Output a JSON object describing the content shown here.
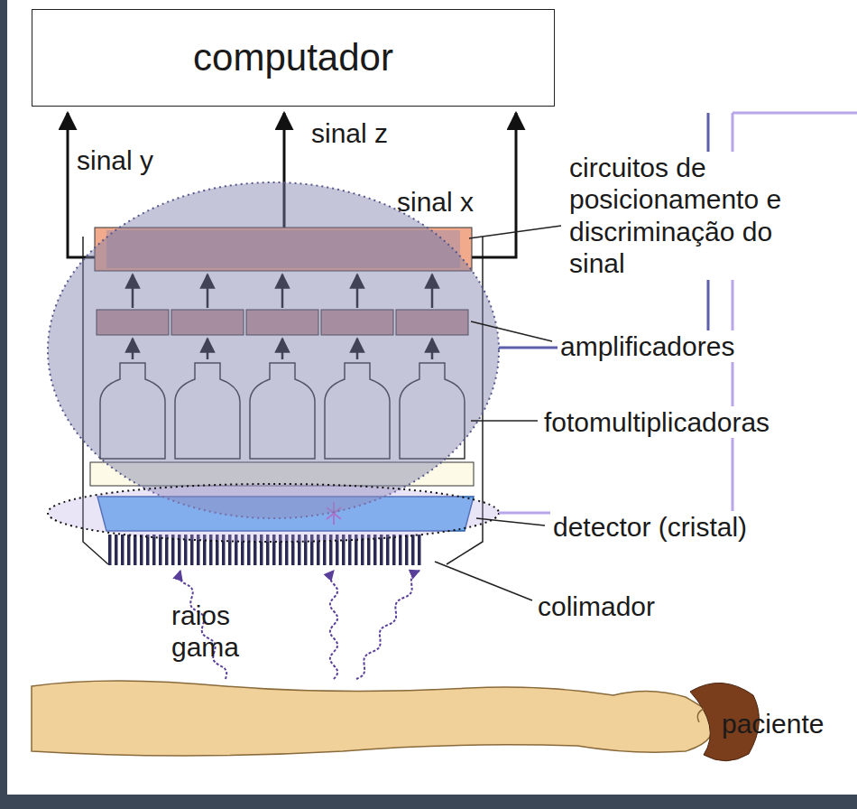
{
  "diagram": {
    "nodes": [
      {
        "text": [
          "computador"
        ]
      }
    ],
    "edges": [],
    "labels": [
      "sinal y",
      "sinal z",
      "sinal x",
      "circuitos de posicionamento e discriminação do sinal",
      "amplificadores",
      "fotomultiplicadoras",
      "detector (cristal)",
      "colimador",
      "raios gama",
      "paciente"
    ]
  }
}
